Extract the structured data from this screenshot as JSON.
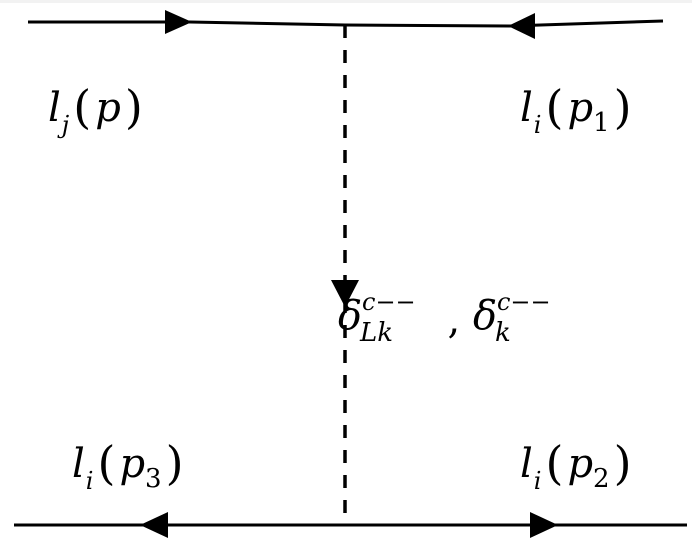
{
  "diagram": {
    "type": "feynman-diagram",
    "background": "#ffffff",
    "line_color": "#000000",
    "top_line": {
      "left_particle": {
        "field": "l",
        "index": "j",
        "momentum": "p",
        "text": "l_j(p)",
        "arrow": "right"
      },
      "right_particle": {
        "field": "l",
        "index": "i",
        "momentum": "p",
        "momentum_sub": "1",
        "text": "l_i(p_1)",
        "arrow": "left"
      }
    },
    "propagator": {
      "style": "dashed",
      "arrow": "down",
      "label": {
        "text": "δ_{Lk}^{c--}, δ_k^{c--}",
        "first": {
          "symbol": "δ",
          "sub": "Lk",
          "sup": "c−−"
        },
        "separator": ",",
        "second": {
          "symbol": "δ",
          "sub": "k",
          "sup": "c−−"
        }
      }
    },
    "bottom_line": {
      "left_particle": {
        "field": "l",
        "index": "i",
        "momentum": "p",
        "momentum_sub": "3",
        "text": "l_i(p_3)",
        "arrow": "left"
      },
      "right_particle": {
        "field": "l",
        "index": "i",
        "momentum": "p",
        "momentum_sub": "2",
        "text": "l_i(p_2)",
        "arrow": "right"
      }
    }
  }
}
